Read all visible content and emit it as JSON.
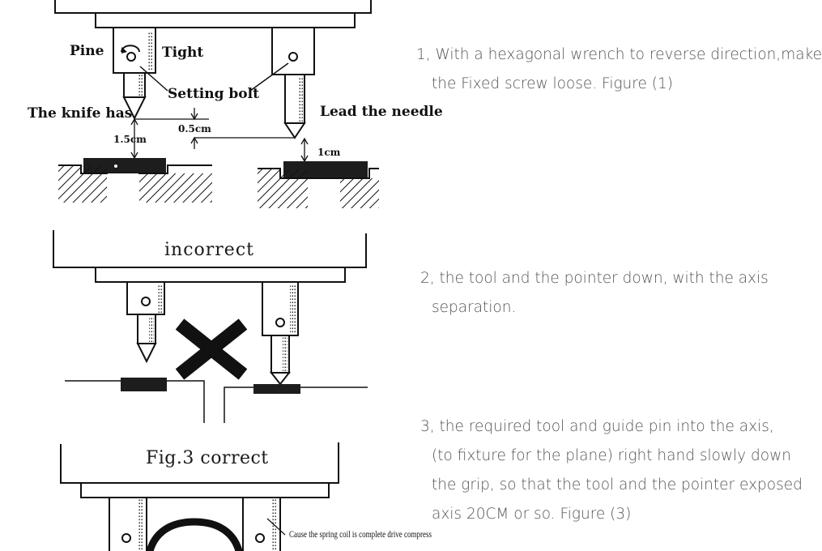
{
  "fig1": {
    "label_pine": "Pine",
    "label_tight": "Tight",
    "label_setting_bolt": "Setting bolt",
    "label_knife": "The knife has",
    "label_needle": "Lead the needle",
    "dim_half": "0.5cm",
    "dim_knife": "1.5cm",
    "dim_needle": "1cm"
  },
  "fig2": {
    "label": "incorrect"
  },
  "fig3": {
    "label": "Fig.3 correct",
    "note": "Cause the spring coil is complete drive compress"
  },
  "steps": [
    {
      "lines": [
        "1, With a hexagonal wrench to reverse direction,make",
        "the Fixed screw loose. Figure (1)"
      ]
    },
    {
      "lines": [
        "2, the tool and the pointer down, with the axis",
        "separation."
      ]
    },
    {
      "lines": [
        "3, the required tool and guide pin into the axis,",
        "(to fixture for the plane) right hand slowly down",
        "the grip, so that the tool and the pointer exposed",
        "axis 20CM or so. Figure (3)"
      ]
    }
  ]
}
